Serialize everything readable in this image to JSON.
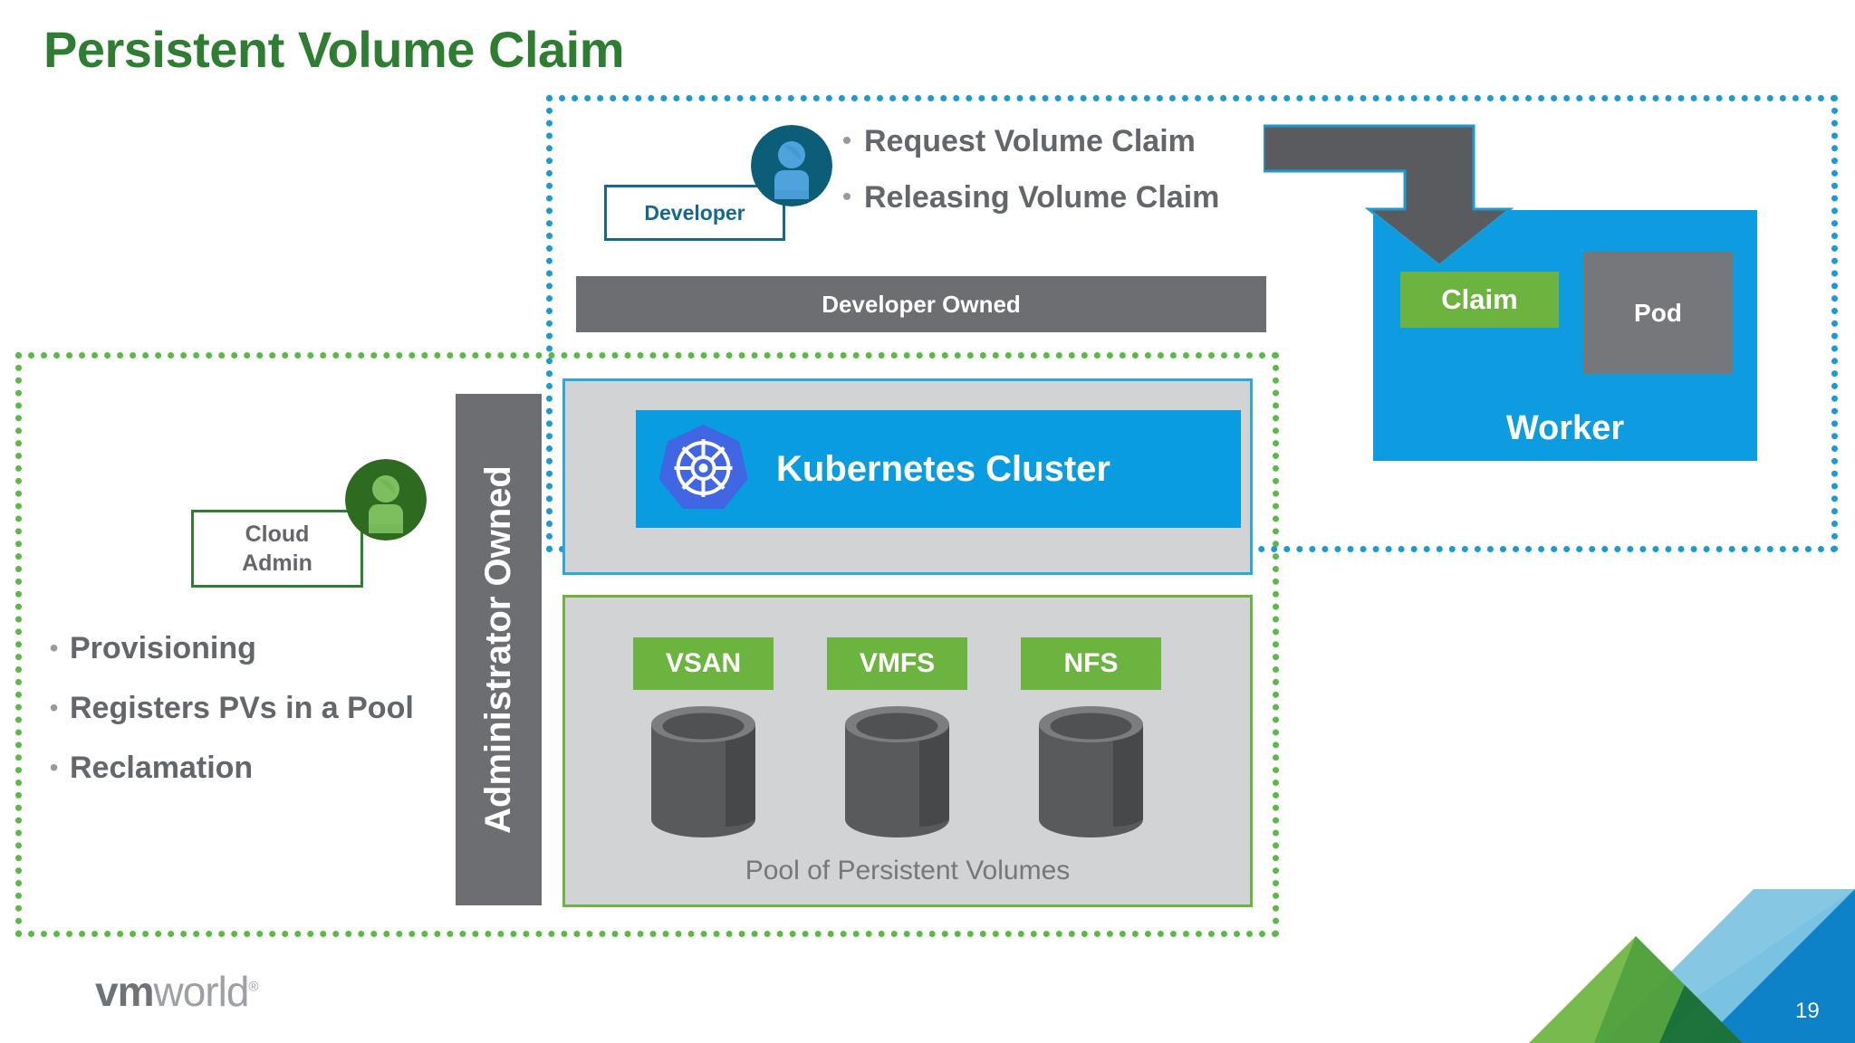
{
  "slide": {
    "title": "Persistent Volume Claim",
    "page_number": "19",
    "brand": {
      "vm": "vm",
      "world": "world",
      "registered": "®"
    },
    "colors": {
      "title_green": "#2E7D32",
      "dotted_blue": "#1B9AD6",
      "dotted_green": "#5BB946",
      "worker_blue": "#0C9CDF",
      "accent_green": "#6CB33F",
      "gray_bar": "#6D6E71",
      "k8s_blue": "#326CE5",
      "band_blue": "#0A9CE0",
      "panel_gray": "#D2D3D4",
      "text_gray": "#63666A"
    }
  },
  "developer_region": {
    "persona": {
      "label": "Developer",
      "avatar_name": "developer-avatar",
      "circle_color": "#0B5D78",
      "figure_color": "#4FA3DC"
    },
    "bullets": [
      "Request Volume Claim",
      "Releasing Volume Claim"
    ],
    "owned_banner": "Developer Owned"
  },
  "worker": {
    "title": "Worker",
    "claim_label": "Claim",
    "pod_label": "Pod"
  },
  "cluster": {
    "label": "Kubernetes Cluster",
    "logo_name": "kubernetes-helm-icon"
  },
  "admin_region": {
    "owned_banner": "Administrator Owned",
    "persona": {
      "label_line1": "Cloud",
      "label_line2": "Admin",
      "avatar_name": "cloud-admin-avatar",
      "circle_color": "#2E6B20",
      "figure_color": "#7DBF5E"
    },
    "bullets": [
      "Provisioning",
      "Registers PVs in a Pool",
      "Reclamation"
    ]
  },
  "pool": {
    "caption": "Pool of Persistent Volumes",
    "volumes": [
      {
        "label": "VSAN"
      },
      {
        "label": "VMFS"
      },
      {
        "label": "NFS"
      }
    ]
  }
}
